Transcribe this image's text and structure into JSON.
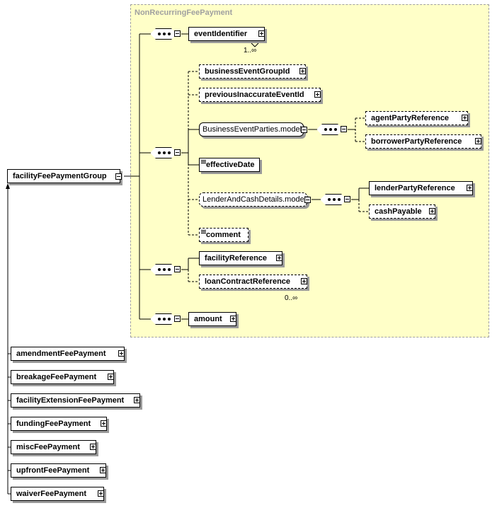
{
  "region": {
    "title": "NonRecurringFeePayment"
  },
  "root": {
    "label": "facilityFeePaymentGroup"
  },
  "elements": {
    "eventIdentifier": {
      "label": "eventIdentifier",
      "card": "1..∞"
    },
    "businessEventGroupId": {
      "label": "businessEventGroupId"
    },
    "previousInaccurateEventId": {
      "label": "previousInaccurateEventId"
    },
    "businessEventPartiesModel": {
      "label": "BusinessEventParties.model"
    },
    "agentPartyReference": {
      "label": "agentPartyReference"
    },
    "borrowerPartyReference": {
      "label": "borrowerPartyReference"
    },
    "effectiveDate": {
      "label": "effectiveDate"
    },
    "lenderAndCashDetailsModel": {
      "label": "LenderAndCashDetails.model"
    },
    "lenderPartyReference": {
      "label": "lenderPartyReference"
    },
    "cashPayable": {
      "label": "cashPayable"
    },
    "comment": {
      "label": "comment"
    },
    "facilityReference": {
      "label": "facilityReference"
    },
    "loanContractReference": {
      "label": "loanContractReference",
      "card": "0..∞"
    },
    "amount": {
      "label": "amount"
    }
  },
  "derived": [
    "amendmentFeePayment",
    "breakageFeePayment",
    "facilityExtensionFeePayment",
    "fundingFeePayment",
    "miscFeePayment",
    "upfrontFeePayment",
    "waiverFeePayment"
  ]
}
